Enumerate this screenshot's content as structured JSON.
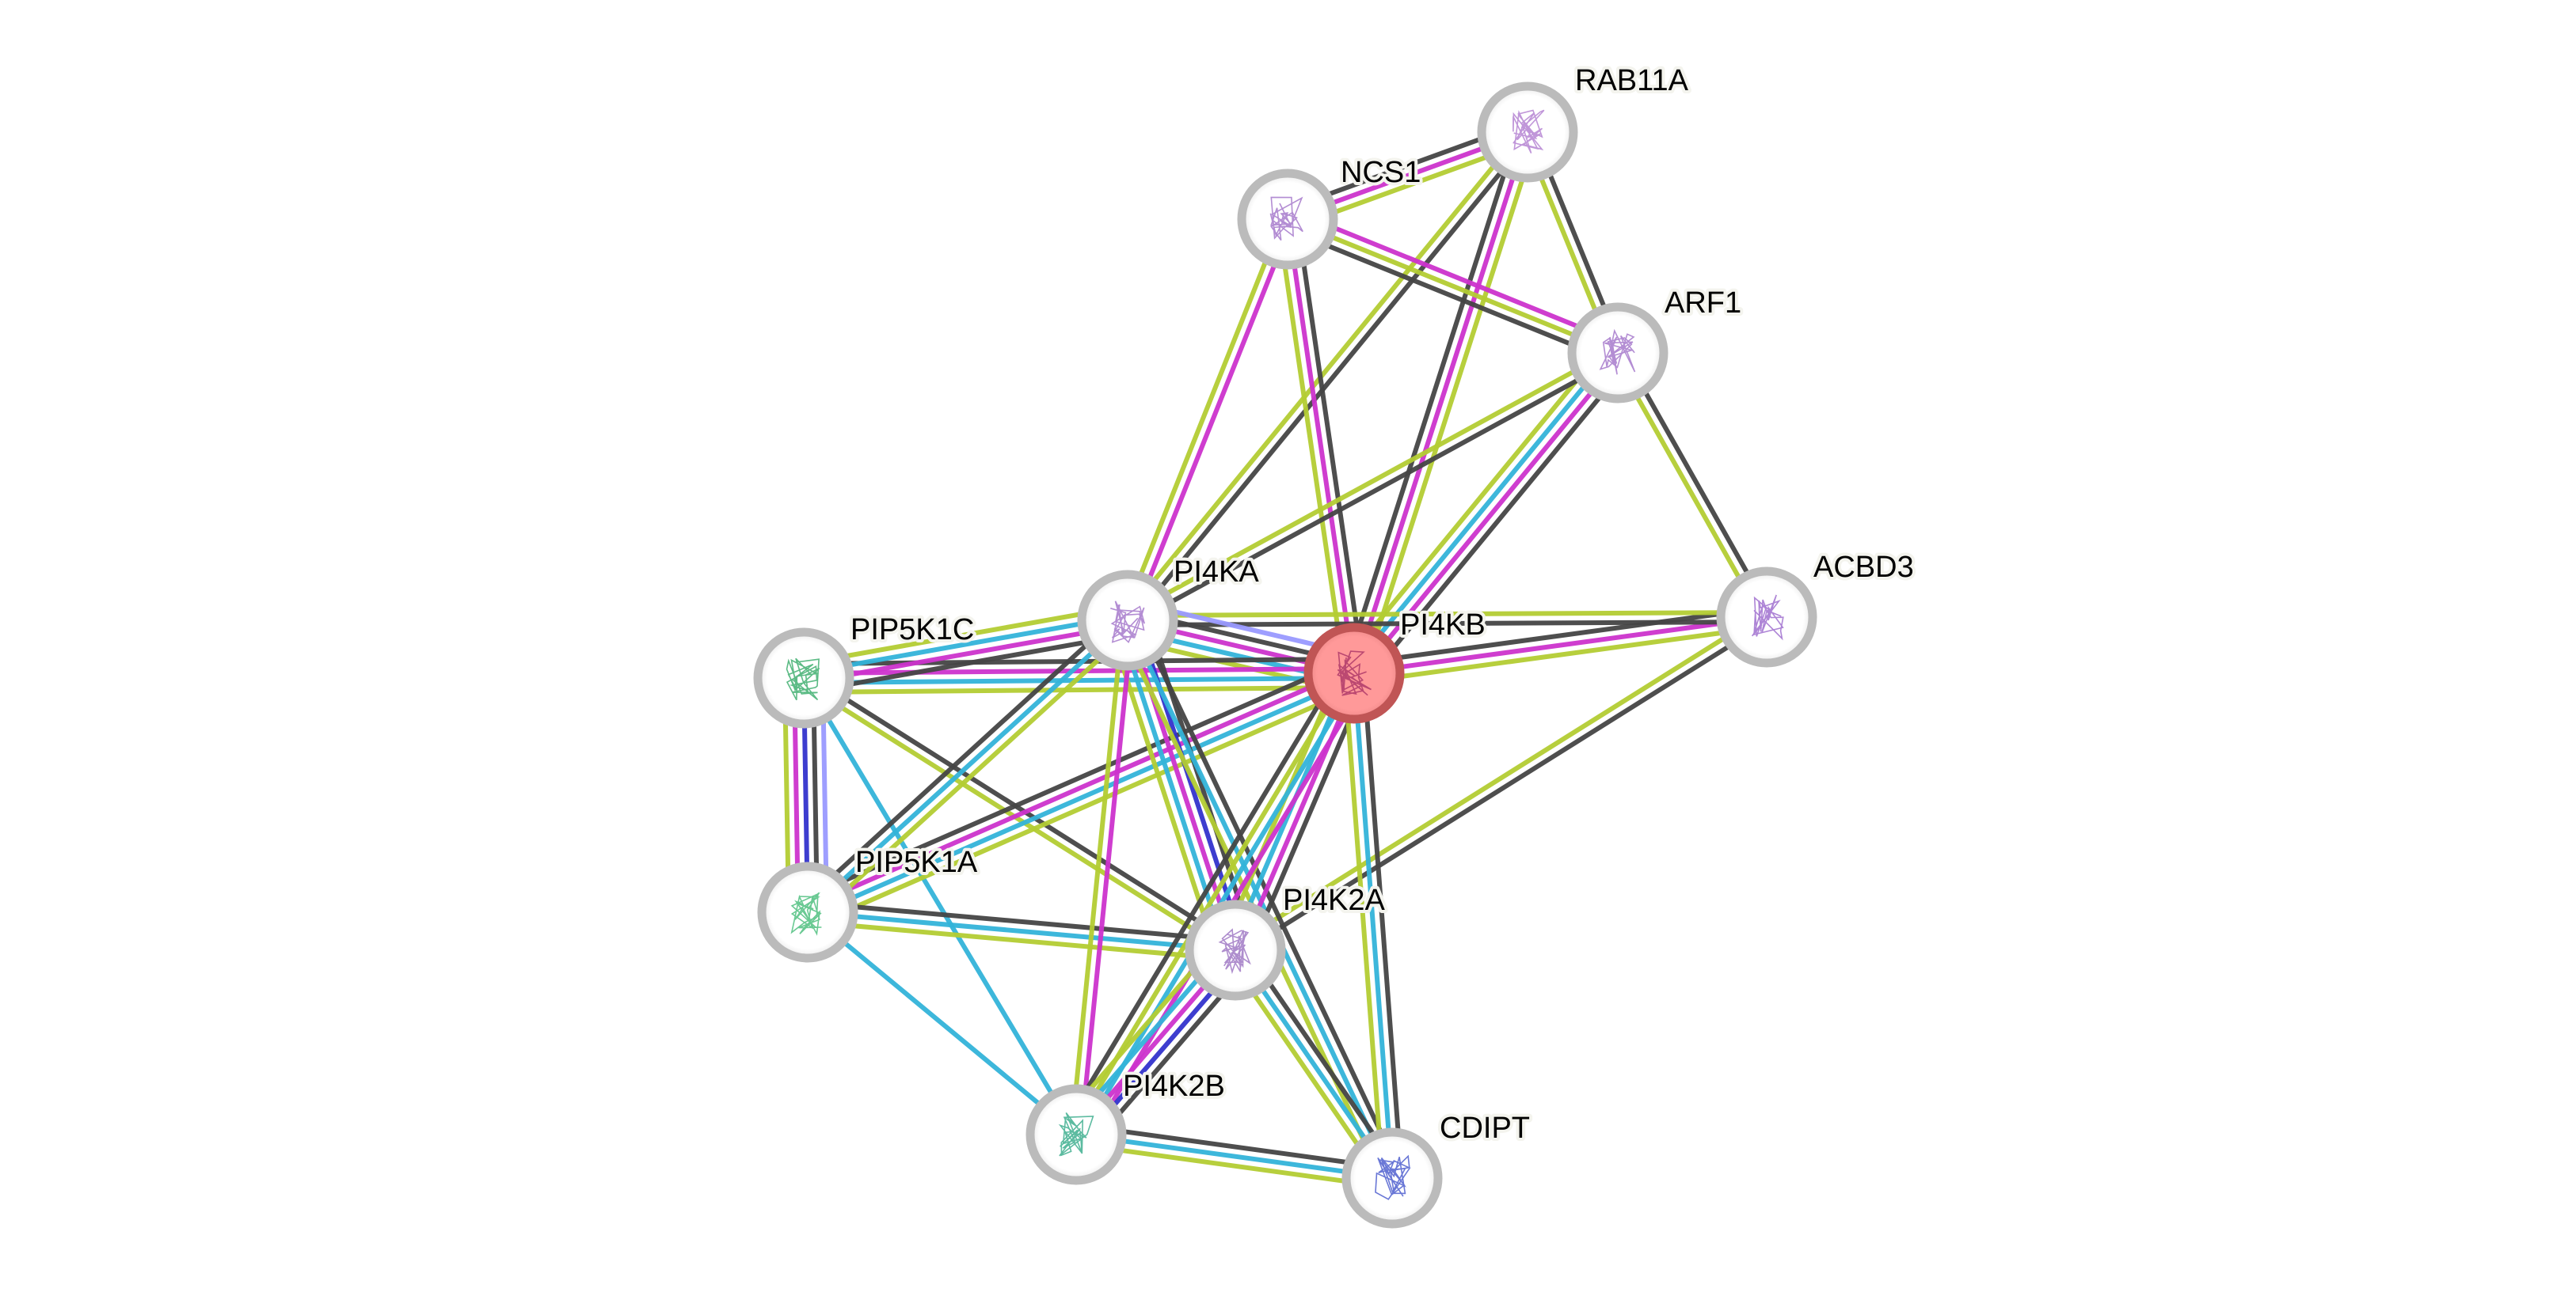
{
  "colors": {
    "textmining": "#b3cc33",
    "experiments": "#cc33cc",
    "databases": "#33b3d9",
    "coexpression": "#444444",
    "homology": "#9999ff",
    "cooccurrence": "#3333cc",
    "query_node_fill": "#ff9999",
    "query_node_ring": "#c05555",
    "node_ring": "#bbbbbb"
  },
  "nodes": [
    {
      "id": "RAB11A",
      "label": "RAB11A",
      "structure": "#b07cd0"
    },
    {
      "id": "NCS1",
      "label": "NCS1",
      "structure": "#a070c8"
    },
    {
      "id": "ARF1",
      "label": "ARF1",
      "structure": "#a070c8"
    },
    {
      "id": "ACBD3",
      "label": "ACBD3",
      "structure": "#9a66cc"
    },
    {
      "id": "PI4KB",
      "label": "PI4KB",
      "structure": "#aa3366",
      "query": true
    },
    {
      "id": "PI4KA",
      "label": "PI4KA",
      "structure": "#a070c8"
    },
    {
      "id": "PIP5K1C",
      "label": "PIP5K1C",
      "structure": "#33aa66"
    },
    {
      "id": "PIP5K1A",
      "label": "PIP5K1A",
      "structure": "#44bb77"
    },
    {
      "id": "PI4K2A",
      "label": "PI4K2A",
      "structure": "#9a70c0"
    },
    {
      "id": "PI4K2B",
      "label": "PI4K2B",
      "structure": "#33aa88"
    },
    {
      "id": "CDIPT",
      "label": "CDIPT",
      "structure": "#4455cc"
    }
  ],
  "edges": [
    {
      "a": "RAB11A",
      "b": "NCS1",
      "channels": [
        "textmining",
        "experiments",
        "coexpression"
      ]
    },
    {
      "a": "RAB11A",
      "b": "ARF1",
      "channels": [
        "coexpression",
        "textmining"
      ]
    },
    {
      "a": "RAB11A",
      "b": "PI4KB",
      "channels": [
        "textmining",
        "experiments",
        "coexpression"
      ]
    },
    {
      "a": "RAB11A",
      "b": "PI4KA",
      "channels": [
        "coexpression",
        "textmining"
      ]
    },
    {
      "a": "NCS1",
      "b": "ARF1",
      "channels": [
        "experiments",
        "textmining",
        "coexpression"
      ]
    },
    {
      "a": "NCS1",
      "b": "PI4KB",
      "channels": [
        "coexpression",
        "experiments",
        "textmining"
      ]
    },
    {
      "a": "NCS1",
      "b": "PI4KA",
      "channels": [
        "experiments",
        "textmining"
      ]
    },
    {
      "a": "ARF1",
      "b": "PI4KB",
      "channels": [
        "coexpression",
        "experiments",
        "databases",
        "textmining"
      ]
    },
    {
      "a": "ARF1",
      "b": "PI4KA",
      "channels": [
        "coexpression",
        "textmining"
      ]
    },
    {
      "a": "ARF1",
      "b": "ACBD3",
      "channels": [
        "coexpression",
        "textmining"
      ]
    },
    {
      "a": "ACBD3",
      "b": "PI4KB",
      "channels": [
        "textmining",
        "experiments",
        "coexpression"
      ]
    },
    {
      "a": "ACBD3",
      "b": "PI4KA",
      "channels": [
        "coexpression",
        "textmining"
      ]
    },
    {
      "a": "ACBD3",
      "b": "PI4K2A",
      "channels": [
        "coexpression",
        "textmining"
      ]
    },
    {
      "a": "PI4KA",
      "b": "PI4KB",
      "channels": [
        "homology",
        "coexpression",
        "experiments",
        "databases",
        "textmining"
      ]
    },
    {
      "a": "PIP5K1C",
      "b": "PI4KB",
      "channels": [
        "coexpression",
        "experiments",
        "databases",
        "textmining"
      ]
    },
    {
      "a": "PIP5K1C",
      "b": "PI4KA",
      "channels": [
        "textmining",
        "databases",
        "experiments",
        "coexpression"
      ]
    },
    {
      "a": "PIP5K1C",
      "b": "PIP5K1A",
      "channels": [
        "homology",
        "coexpression",
        "cooccurrence",
        "experiments",
        "textmining"
      ]
    },
    {
      "a": "PIP5K1C",
      "b": "PI4K2A",
      "channels": [
        "coexpression",
        "textmining"
      ]
    },
    {
      "a": "PIP5K1C",
      "b": "PI4K2B",
      "channels": [
        "databases"
      ]
    },
    {
      "a": "PIP5K1A",
      "b": "PI4KB",
      "channels": [
        "coexpression",
        "experiments",
        "databases",
        "textmining"
      ]
    },
    {
      "a": "PIP5K1A",
      "b": "PI4KA",
      "channels": [
        "coexpression",
        "databases",
        "textmining"
      ]
    },
    {
      "a": "PIP5K1A",
      "b": "PI4K2A",
      "channels": [
        "coexpression",
        "databases",
        "textmining"
      ]
    },
    {
      "a": "PIP5K1A",
      "b": "PI4K2B",
      "channels": [
        "databases"
      ]
    },
    {
      "a": "PI4KA",
      "b": "PI4K2A",
      "channels": [
        "coexpression",
        "cooccurrence",
        "experiments",
        "databases",
        "textmining"
      ]
    },
    {
      "a": "PI4KA",
      "b": "PI4K2B",
      "channels": [
        "experiments",
        "textmining"
      ]
    },
    {
      "a": "PI4KA",
      "b": "CDIPT",
      "channels": [
        "coexpression",
        "databases",
        "textmining"
      ]
    },
    {
      "a": "PI4KB",
      "b": "PI4K2A",
      "channels": [
        "coexpression",
        "experiments",
        "databases",
        "textmining"
      ]
    },
    {
      "a": "PI4KB",
      "b": "PI4K2B",
      "channels": [
        "experiments",
        "databases",
        "textmining",
        "coexpression"
      ]
    },
    {
      "a": "PI4KB",
      "b": "CDIPT",
      "channels": [
        "coexpression",
        "databases",
        "textmining"
      ]
    },
    {
      "a": "PI4K2A",
      "b": "PI4K2B",
      "channels": [
        "coexpression",
        "cooccurrence",
        "experiments",
        "databases",
        "textmining"
      ]
    },
    {
      "a": "PI4K2A",
      "b": "CDIPT",
      "channels": [
        "coexpression",
        "databases",
        "textmining"
      ]
    },
    {
      "a": "PI4K2B",
      "b": "CDIPT",
      "channels": [
        "coexpression",
        "databases",
        "textmining"
      ]
    }
  ]
}
